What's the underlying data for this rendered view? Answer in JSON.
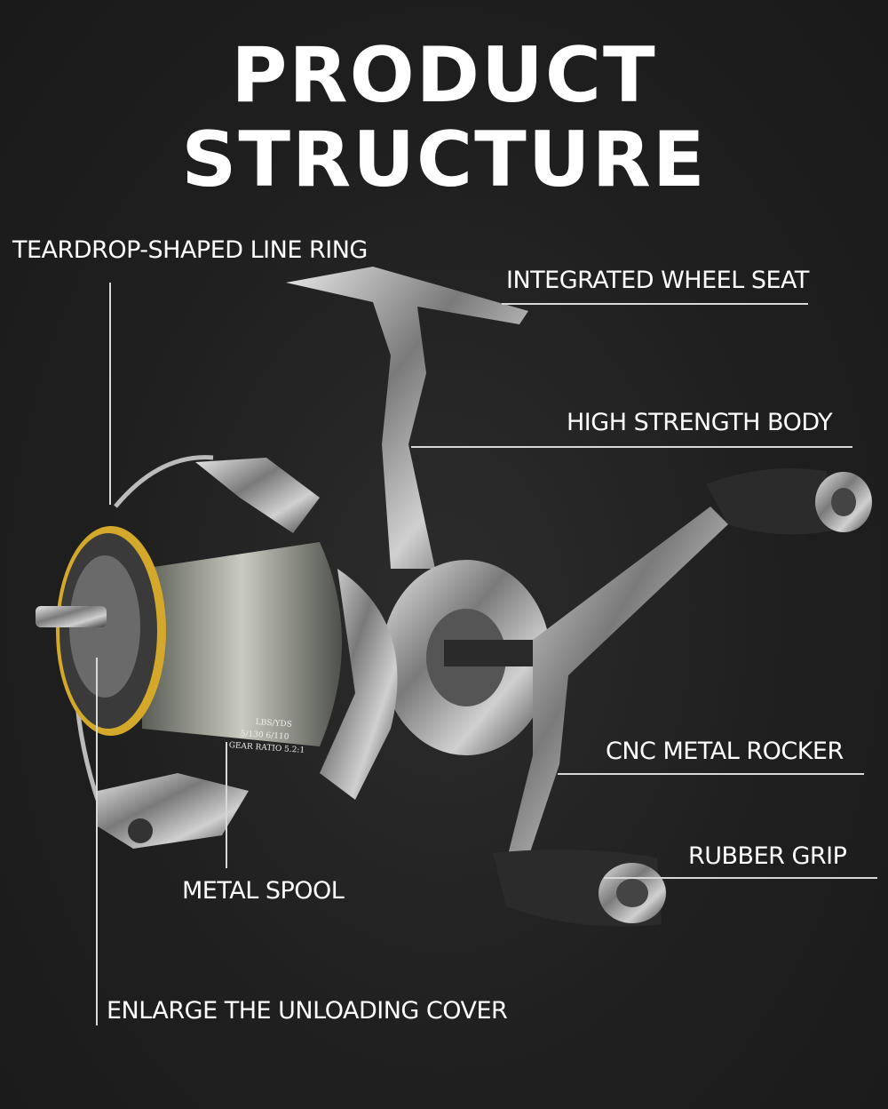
{
  "header": {
    "title_line1": "PRODUCT",
    "title_line2": "STRUCTURE"
  },
  "labels": {
    "line_ring": "TEARDROP-SHAPED LINE RING",
    "wheel_seat": "INTEGRATED WHEEL SEAT",
    "body": "HIGH STRENGTH BODY",
    "rocker": "CNC METAL ROCKER",
    "grip": "RUBBER GRIP",
    "spool": "METAL SPOOL",
    "cover": "ENLARGE THE UNLOADING COVER"
  },
  "product_print": [
    "LBS/YDS",
    "5/130 6/110",
    "GEAR RATIO 5.2:1"
  ],
  "colors": {
    "background": "#1f1f1f",
    "text": "#ffffff",
    "spool_ring": "#d4a82a"
  }
}
